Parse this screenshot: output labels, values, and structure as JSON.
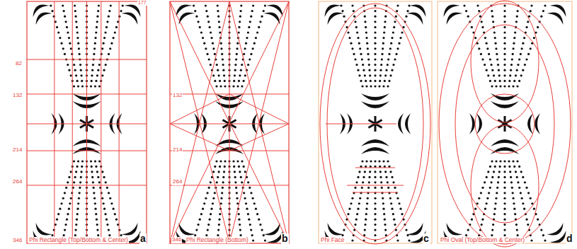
{
  "diagram": {
    "labels": [
      "177",
      "82",
      "132",
      "214",
      "264",
      "346",
      "Phi Rectangle (Top/Bottom & Center)",
      "a",
      "132",
      "214",
      "264",
      "346",
      "Phi Rectangle (Bottom)",
      "b",
      "Phi Face",
      "c",
      "Phi Oval (Top/Bottom & Center)",
      "d"
    ]
  }
}
